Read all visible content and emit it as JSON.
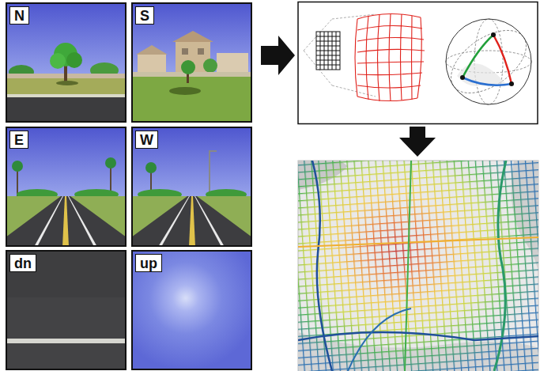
{
  "diagram": {
    "nodes": [
      {
        "text": [
          "N"
        ]
      },
      {
        "text": [
          "S"
        ]
      },
      {
        "text": [
          "E"
        ]
      },
      {
        "text": [
          "W"
        ]
      },
      {
        "text": [
          "dn"
        ]
      },
      {
        "text": [
          "up"
        ]
      }
    ]
  }
}
